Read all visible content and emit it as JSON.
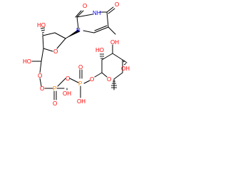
{
  "atoms": {
    "o_top_a": "O",
    "o_top_b": "O",
    "nh": "NH",
    "n1": "N",
    "ho_sugar": "HO",
    "o_ring": "O",
    "ho_ch": "HO",
    "o_link1": "O",
    "o_link2": "O",
    "p1": "P",
    "p2": "P",
    "o_p1_dbl": "O",
    "o_p1_oh": "OH",
    "o_bridge": "O",
    "o_p2_dbl": "O",
    "o_p2_oh": "OH",
    "o_glyco": "O",
    "o_ring2": "O",
    "ho_r2a": "HO",
    "oh_r2b": "OH",
    "oh_r2c": "OH"
  },
  "colors": {
    "carbon_bond": "#000000",
    "oxygen": "#ff0000",
    "nitrogen": "#0000ff",
    "phosphorus": "#ff8000"
  }
}
